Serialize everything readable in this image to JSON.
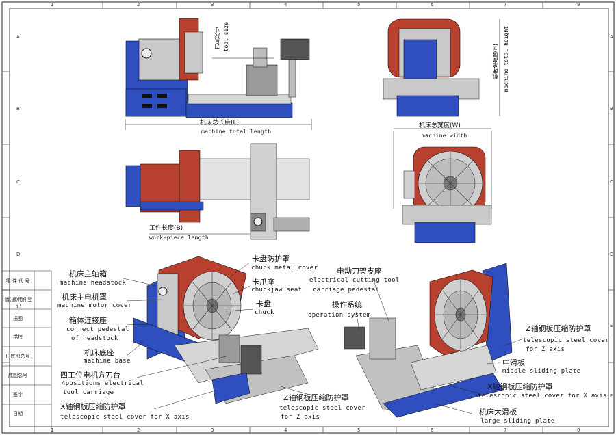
{
  "grid": {
    "columns": [
      "1",
      "2",
      "3",
      "4",
      "5",
      "6",
      "7",
      "8"
    ],
    "rows": [
      "A",
      "B",
      "C",
      "D",
      "E",
      "F"
    ]
  },
  "title_block": [
    "零 件 代 号",
    "借(通)用件登记",
    "描图",
    "描校",
    "旧底图总号",
    "底图总号",
    "签字",
    "日期"
  ],
  "dimensions": {
    "length_zh": "机床总长度(L)",
    "length_en": "machine total length",
    "tool_zh": "刀具尺寸",
    "tool_en": "tool size",
    "width_zh": "机床总宽度(W)",
    "width_en": "machine width",
    "height_zh": "机床总高度(H)",
    "height_en": "machine total height",
    "workpiece_zh": "工件长度(B)",
    "workpiece_en": "work-piece length"
  },
  "callouts_left": [
    {
      "zh": "机床主轴箱",
      "en": "machine headstock"
    },
    {
      "zh": "机床主电机罩",
      "en": "machine motor cover"
    },
    {
      "zh": "箱体连接座",
      "en": "connect pedestal",
      "en2": "of headstock"
    },
    {
      "zh": "机床底座",
      "en": "machine base"
    },
    {
      "zh": "四工位电机方刀台",
      "en": "4positions electrical",
      "en2": "tool carriage"
    },
    {
      "zh": "X轴钢板压缩防护罩",
      "en": "telescopic steel cover for X axis"
    }
  ],
  "callouts_center": [
    {
      "zh": "卡盘防护罩",
      "en": "chuck metal cover"
    },
    {
      "zh": "卡爪座",
      "en": "chuckjaw seat"
    },
    {
      "zh": "卡盘",
      "en": "chuck"
    },
    {
      "zh": "Z轴钢板压缩防护罩",
      "en": "telescopic steel cover",
      "en2": "for Z axis"
    }
  ],
  "callouts_right": [
    {
      "zh": "电动刀架支座",
      "en": "electrical cutting tool",
      "en2": "carriage pedestal"
    },
    {
      "zh": "操作系统",
      "en": "operation system"
    },
    {
      "zh": "Z轴钢板压缩防护罩",
      "en": "telescopic steel cover",
      "en2": "for Z axis"
    },
    {
      "zh": "中滑板",
      "en": "middle sliding plate"
    },
    {
      "zh": "X轴钢板压缩防护罩",
      "en": "telescopic steel cover for X axis"
    },
    {
      "zh": "机床大滑板",
      "en": "large sliding plate"
    }
  ],
  "colors": {
    "blue": "#2f4fbf",
    "red": "#b8402e",
    "grey": "#bdbdbd",
    "dark": "#555555"
  }
}
